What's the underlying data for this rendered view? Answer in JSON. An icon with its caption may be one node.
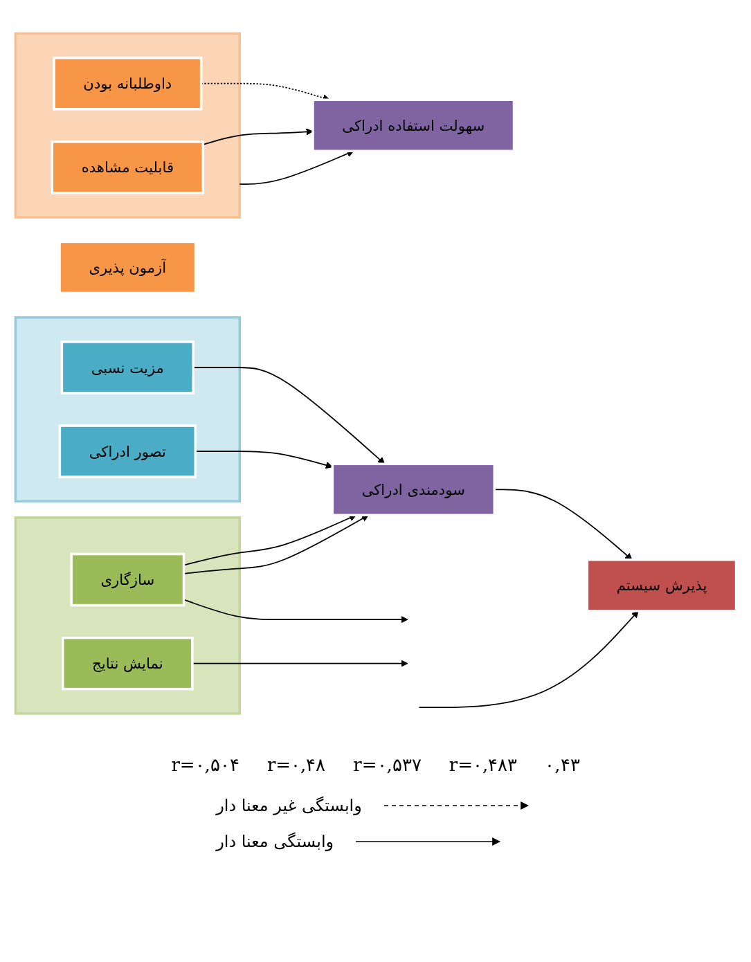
{
  "diagram": {
    "nodes": [
      {
        "text": [],
        "shape": "box"
      },
      {
        "text": [
          "مزیت نسبی"
        ],
        "in": 0
      },
      {
        "text": [
          "تصور ادراکی"
        ],
        "in": 0
      },
      {
        "text": [
          "سودمندی ادراکی"
        ]
      },
      {
        "text": [],
        "shape": "box"
      },
      {
        "text": [
          "سازگاری"
        ],
        "in": 4
      },
      {
        "text": [
          "نمایش نتایج"
        ],
        "in": 4
      },
      {
        "text": [
          "پذیرش سیستم"
        ]
      },
      {
        "text": [],
        "shape": "box"
      },
      {
        "text": [
          "داوطلبانه بودن"
        ],
        "in": 8
      },
      {
        "text": [
          "قابلیت مشاهده"
        ],
        "in": 8
      },
      {
        "text": [
          "سهولت استفاده ادراکی"
        ]
      },
      {
        "text": [
          "آزمون پذیری"
        ]
      }
    ],
    "edges": [
      {
        "from": 1,
        "to": 3,
        "arrow": "to"
      },
      {
        "from": 2,
        "to": 3,
        "arrow": "to"
      },
      {
        "from": 5,
        "to": 3,
        "arrow": "to"
      },
      {
        "from": 5,
        "to": 3,
        "arrow": "to"
      },
      {
        "from": 5,
        "to": null,
        "arrow": "to"
      },
      {
        "from": 6,
        "to": null,
        "arrow": "to"
      },
      {
        "from": 3,
        "to": 7,
        "arrow": "to"
      },
      {
        "from": null,
        "to": 7,
        "arrow": "to"
      },
      {
        "from": 9,
        "to": 11,
        "arrow": "to",
        "style": "dashed"
      },
      {
        "from": 10,
        "to": 11,
        "arrow": "to"
      },
      {
        "from": 8,
        "to": 11,
        "arrow": "to"
      }
    ],
    "labels": [
      "r=۰,۵۰۴",
      "r=۰,۴۸",
      "r=۰,۵۳۷",
      "r=۰,۴۸۳",
      "۰,۴۳"
    ],
    "legend": [
      {
        "text": "وابستگی غیر معنا دار"
      },
      {
        "text": "وابستگی معنا دار"
      }
    ]
  }
}
